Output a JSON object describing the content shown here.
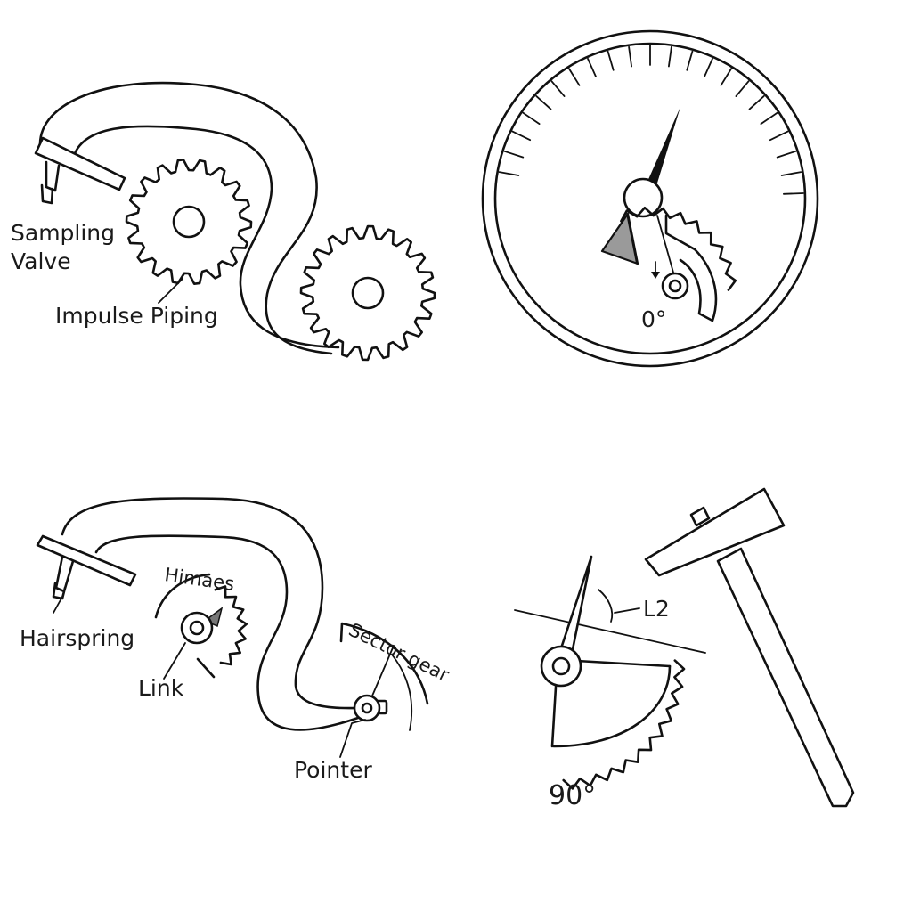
{
  "labels": {
    "sampling_line1": "Sampling",
    "sampling_line2": "Valve",
    "impulse_piping": "Impulse Piping",
    "zero_degree": "0°",
    "hairspring": "Hairspring",
    "himaes": "Himaes",
    "link": "Link",
    "sector_gear": "Sector gear",
    "pointer": "Pointer",
    "l2": "L2",
    "ninety_degree": "90°"
  },
  "colors": {
    "line": "#111111",
    "background": "#ffffff",
    "pointer_fill": "#9a9a9a"
  },
  "icons": [
    "gear-icon",
    "gauge-dial-icon",
    "sector-gear-icon",
    "hammer-icon",
    "pinion-icon"
  ]
}
